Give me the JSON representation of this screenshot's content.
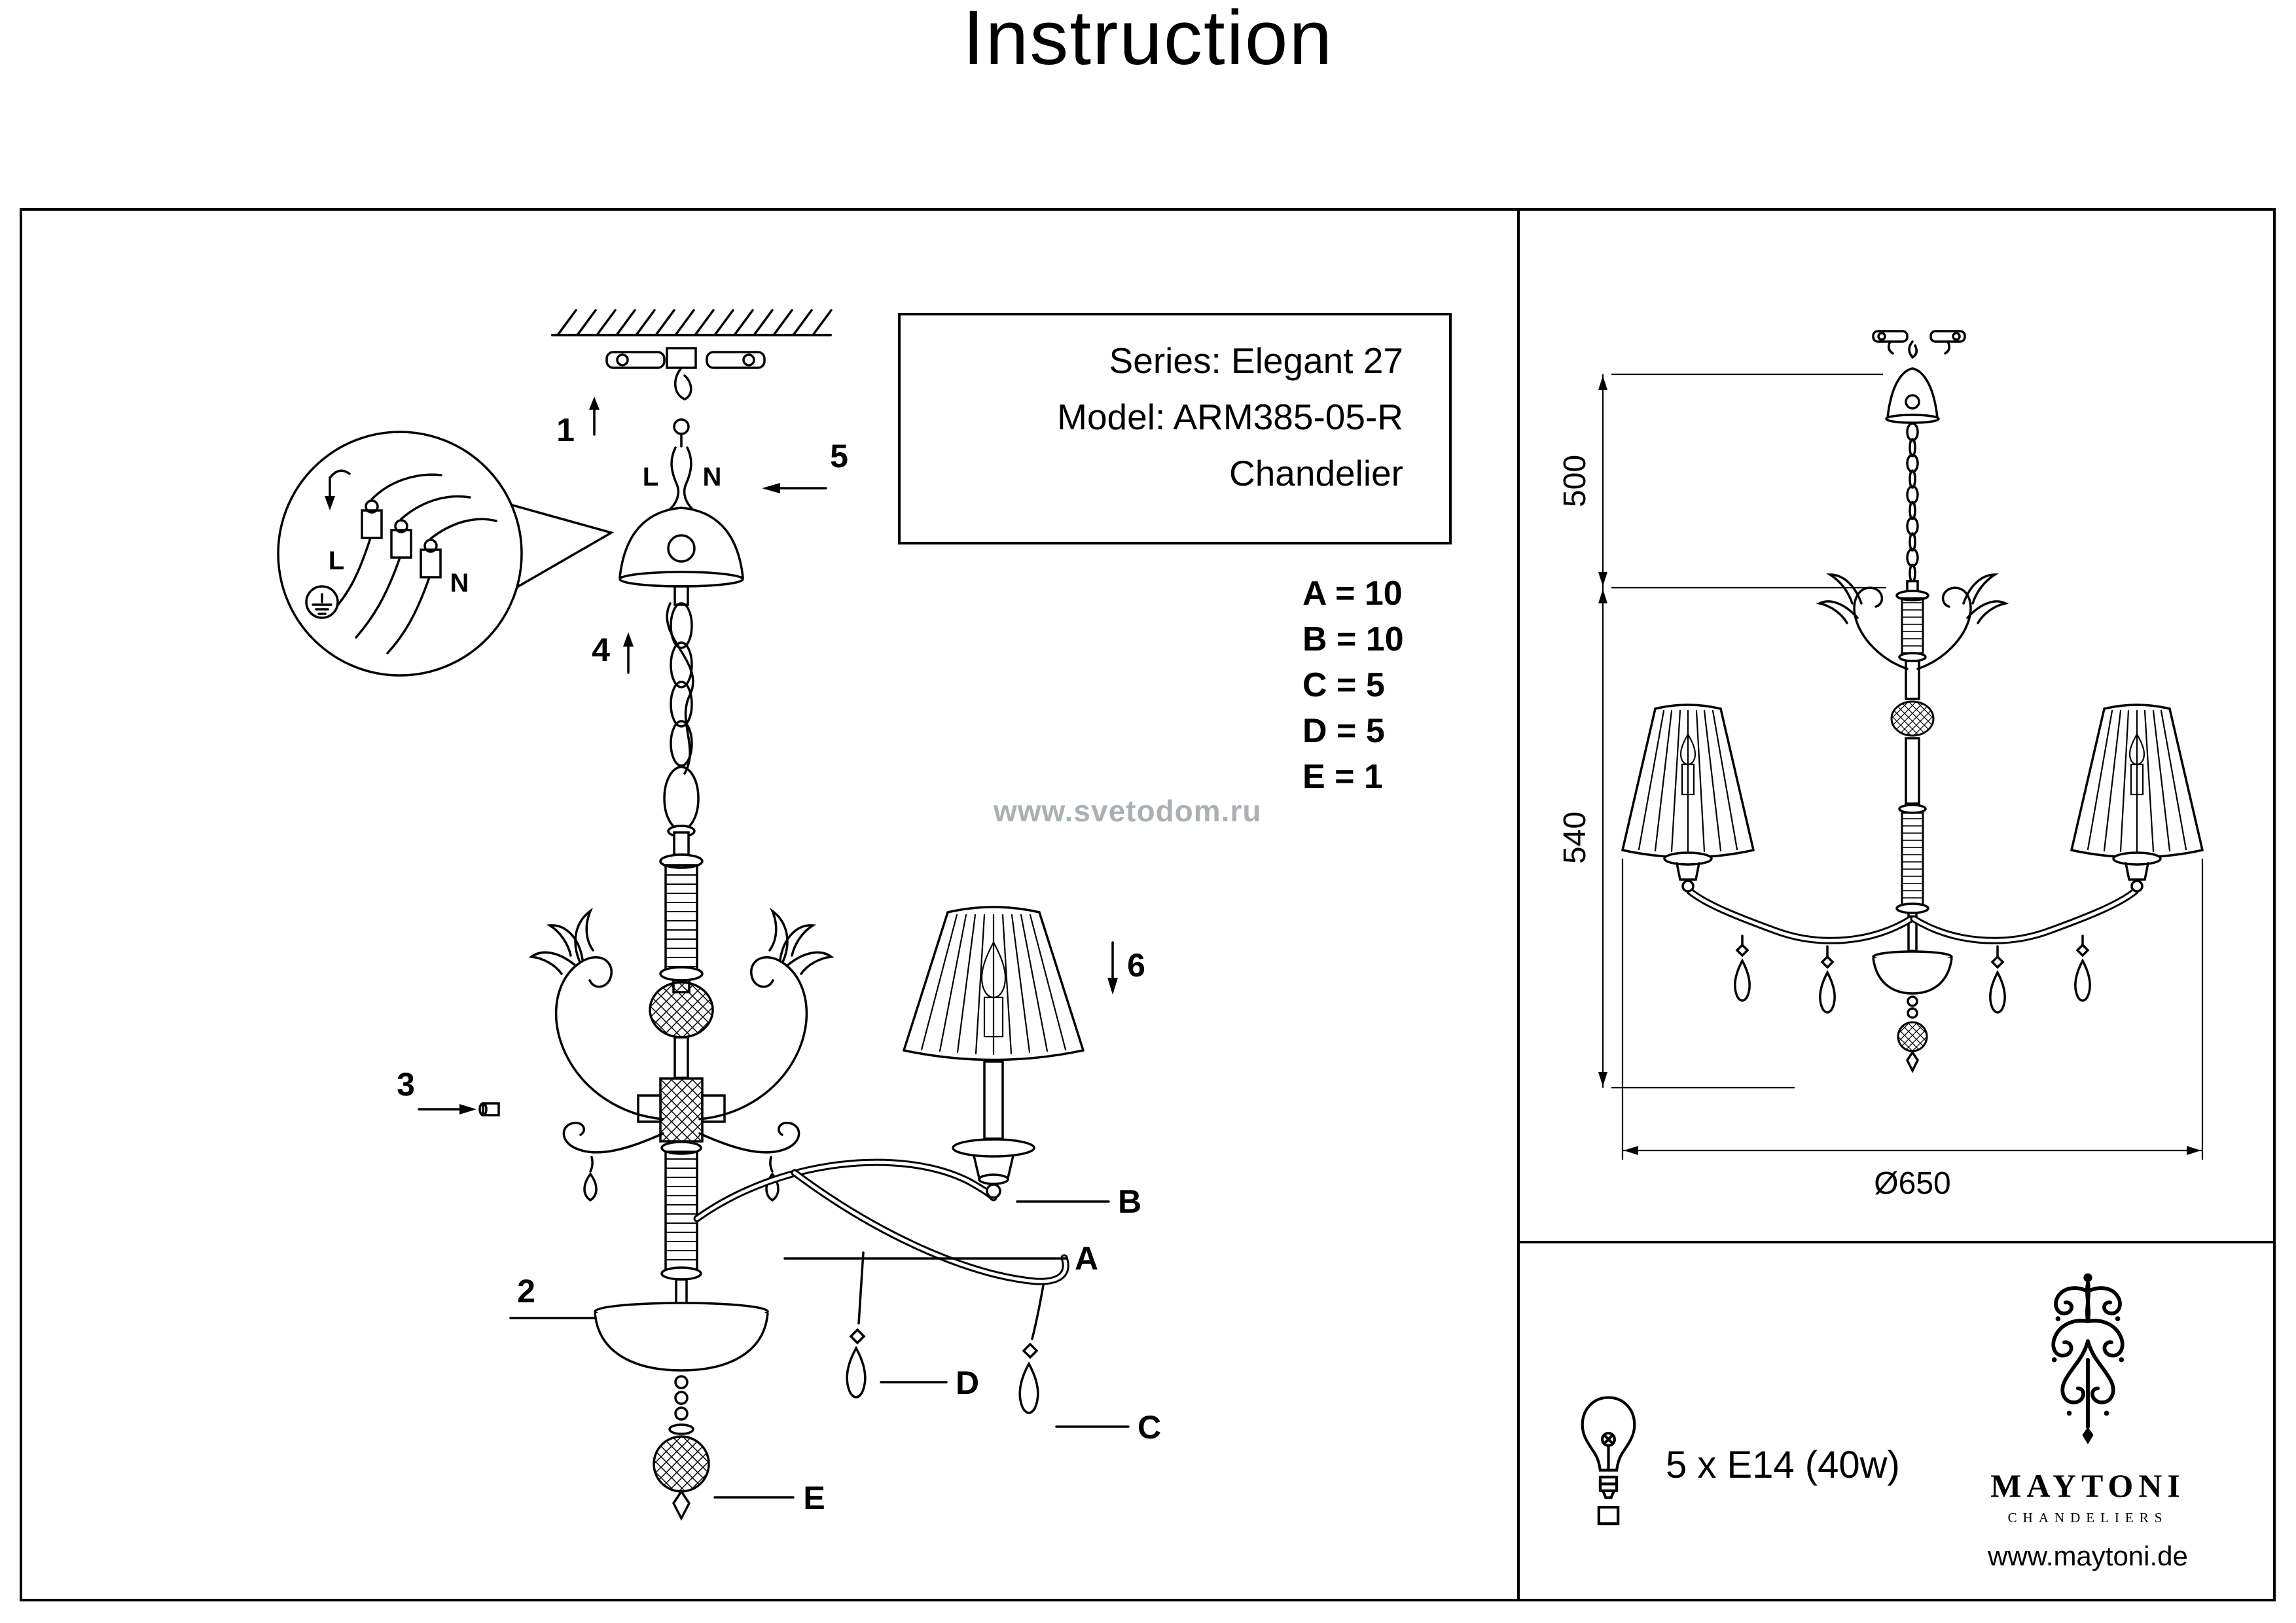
{
  "page": {
    "title": "Instruction"
  },
  "info_box": {
    "series": "Series: Elegant 27",
    "model": "Model: ARM385-05-R",
    "type": "Chandelier"
  },
  "parts_list": [
    "A = 10",
    "B = 10",
    "C = 5",
    "D = 5",
    "E = 1"
  ],
  "watermark": "www.svetodom.ru",
  "assembly": {
    "steps": {
      "s1": "1",
      "s2": "2",
      "s3": "3",
      "s4": "4",
      "s5": "5",
      "s6": "6"
    },
    "callouts": {
      "A": "A",
      "B": "B",
      "C": "C",
      "D": "D",
      "E": "E"
    },
    "wiring": {
      "l": "L",
      "n": "N",
      "l2": "L",
      "n2": "N"
    }
  },
  "dimension_view": {
    "hang_height": "500",
    "body_height": "540",
    "diameter": "Ø650"
  },
  "lamp_spec": "5 x E14 (40w)",
  "brand": {
    "name": "MAYTONI",
    "tagline": "CHANDELIERS",
    "website": "www.maytoni.de"
  },
  "colors": {
    "ink": "#000000",
    "watermark_gray": "#8f969c"
  }
}
